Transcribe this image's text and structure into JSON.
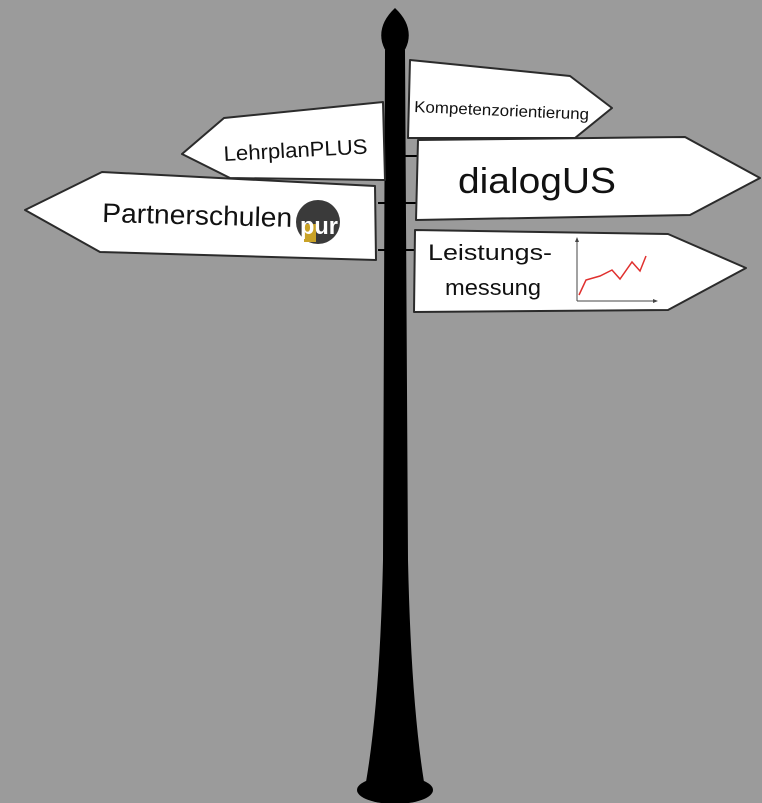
{
  "colors": {
    "background": "#9b9b9b",
    "post": "#000000",
    "sign_fill": "#ffffff",
    "sign_stroke": "#2b2b2b",
    "text": "#111111",
    "logo_circle": "#3a3a3a",
    "logo_accent": "#c9a227",
    "chart_line": "#e0302e"
  },
  "signs": {
    "kompetenz": {
      "label": "Kompetenzorientierung"
    },
    "lehrplan": {
      "label": "LehrplanPLUS"
    },
    "dialogus": {
      "label": "dialogUS"
    },
    "partnerschulen": {
      "label": "Partnerschulen",
      "logo_text": "pur",
      "logo_icon": "pur-logo-icon"
    },
    "leistung": {
      "line1": "Leistungs-",
      "line2": "messung",
      "icon": "line-chart-icon"
    }
  }
}
